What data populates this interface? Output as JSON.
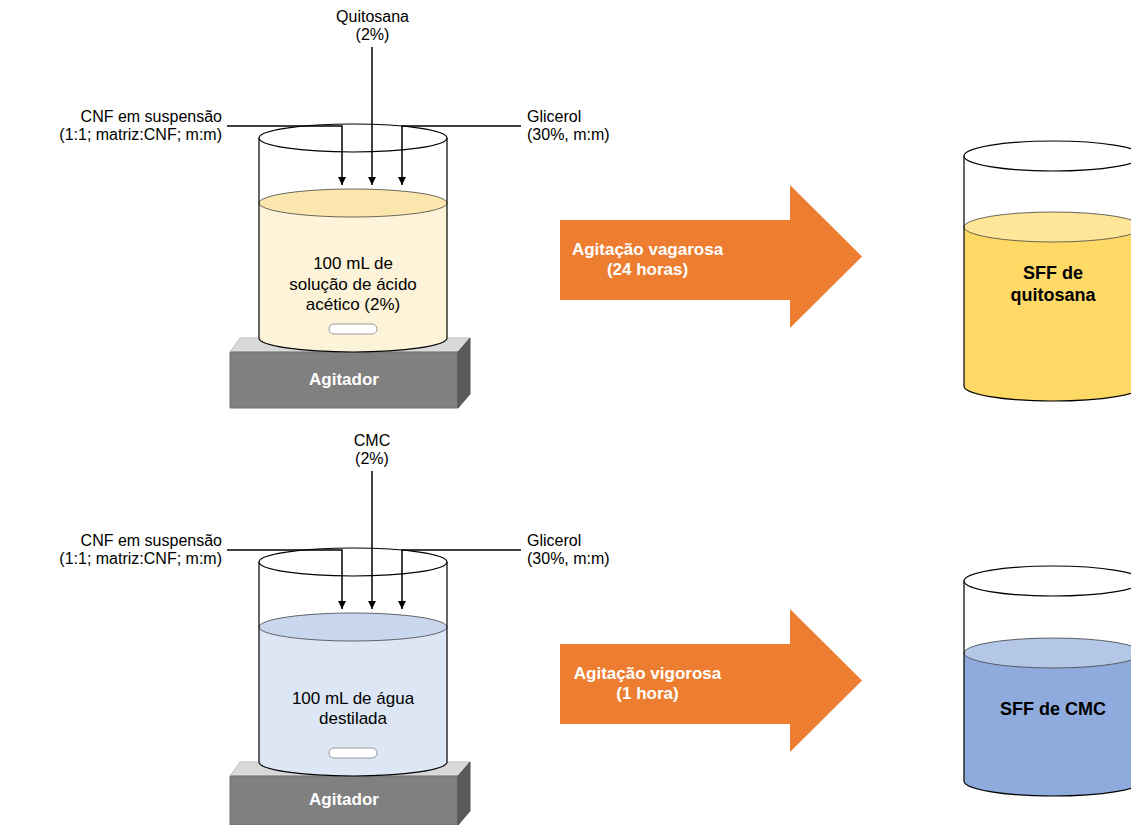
{
  "diagram": {
    "nodes": [
      {
        "text": [
          "100 mL de solução de ácido acético (2%)"
        ]
      },
      {
        "text": [
          "Agitador"
        ]
      },
      {
        "text": [
          "Agitação vagarosa (24 horas)"
        ]
      },
      {
        "text": [
          "SFF de quitosana"
        ]
      },
      {
        "text": [
          "100 mL de água destilada"
        ]
      },
      {
        "text": [
          "Agitador"
        ]
      },
      {
        "text": [
          "Agitação vigorosa (1 hora)"
        ]
      },
      {
        "text": [
          "SFF de CMC"
        ]
      }
    ],
    "labels": [
      "Quitosana (2%)",
      "CNF em suspensão (1:1; matriz:CNF; m:m)",
      "Glicerol (30%, m:m)",
      "CMC (2%)",
      "CNF em suspensão (1:1; matriz:CNF; m:m)",
      "Glicerol (30%, m:m)"
    ]
  }
}
